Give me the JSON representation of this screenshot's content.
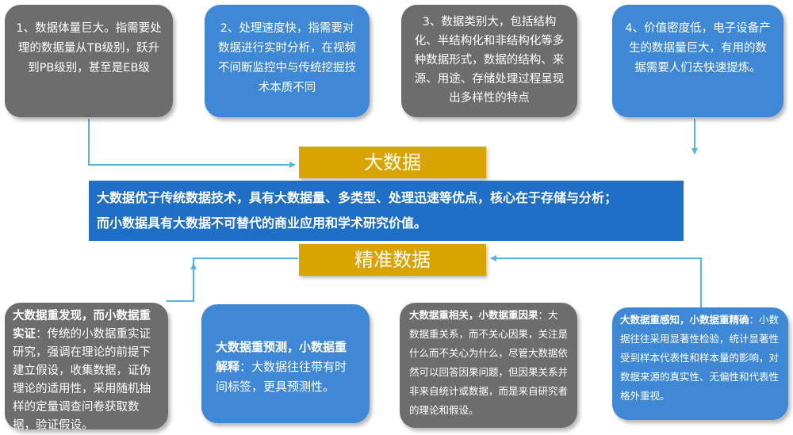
{
  "top_boxes": [
    {
      "text": "1、数据体量巨大。指需要处理的数据量从TB级别，跃升到PB级别，甚至是EB级"
    },
    {
      "text": "2、处理速度快，指需要对数据进行实时分析，在视频不间断监控中与传统挖掘技术本质不同"
    },
    {
      "text": "3、数据类别大，包括结构化、半结构化和非结构化等多种数据形式，数据的结构、来源、用途、存储处理过程呈现出多样性的特点"
    },
    {
      "text": "4、价值密度低，电子设备产生的数据量巨大，有用的数据需要人们去快速提炼。"
    }
  ],
  "big_data_label": "大数据",
  "center_text": {
    "line1": "大数据优于传统数据技术，具有大数据量、多类型、处理迅速等优点，核心在于存储与分析；",
    "line2": "而小数据具有大数据不可替代的商业应用和学术研究价值。"
  },
  "precise_data_label": "精准数据",
  "bottom_boxes": [
    {
      "title": "大数据重发现，而小数据重实证",
      "body": "：传统的小数据重实证研究，强调在理论的前提下建立假设，收集数据，证伪理论的适用性，采用随机抽样的定量调查问卷获取数据，验证假设。"
    },
    {
      "title": "大数据重预测，小数据重解释",
      "body": "：大数据往往带有时间标签，更具预测性。"
    },
    {
      "title": "大数据重相关，小数据重因果",
      "body": "：大数据重关系，而不关心因果，关注是什么而不关心为什么，尽管大数据依然可以回答因果问题，但因果关系并非来自统计或数据，而是来自研究者的理论和假设。"
    },
    {
      "title": "大数据重感知，小数据重精确",
      "body": "：小数据往往采用显著性检验，统计显著性受到样本代表性和样本量的影响，对数据来源的真实性、无偏性和代表性格外重视。"
    }
  ],
  "colors": {
    "gray": "#6d6d6d",
    "blue": "#3f88d6",
    "gold": "#d9a300",
    "center": "#1f6fc6",
    "arrow": "#4fb4e8"
  }
}
